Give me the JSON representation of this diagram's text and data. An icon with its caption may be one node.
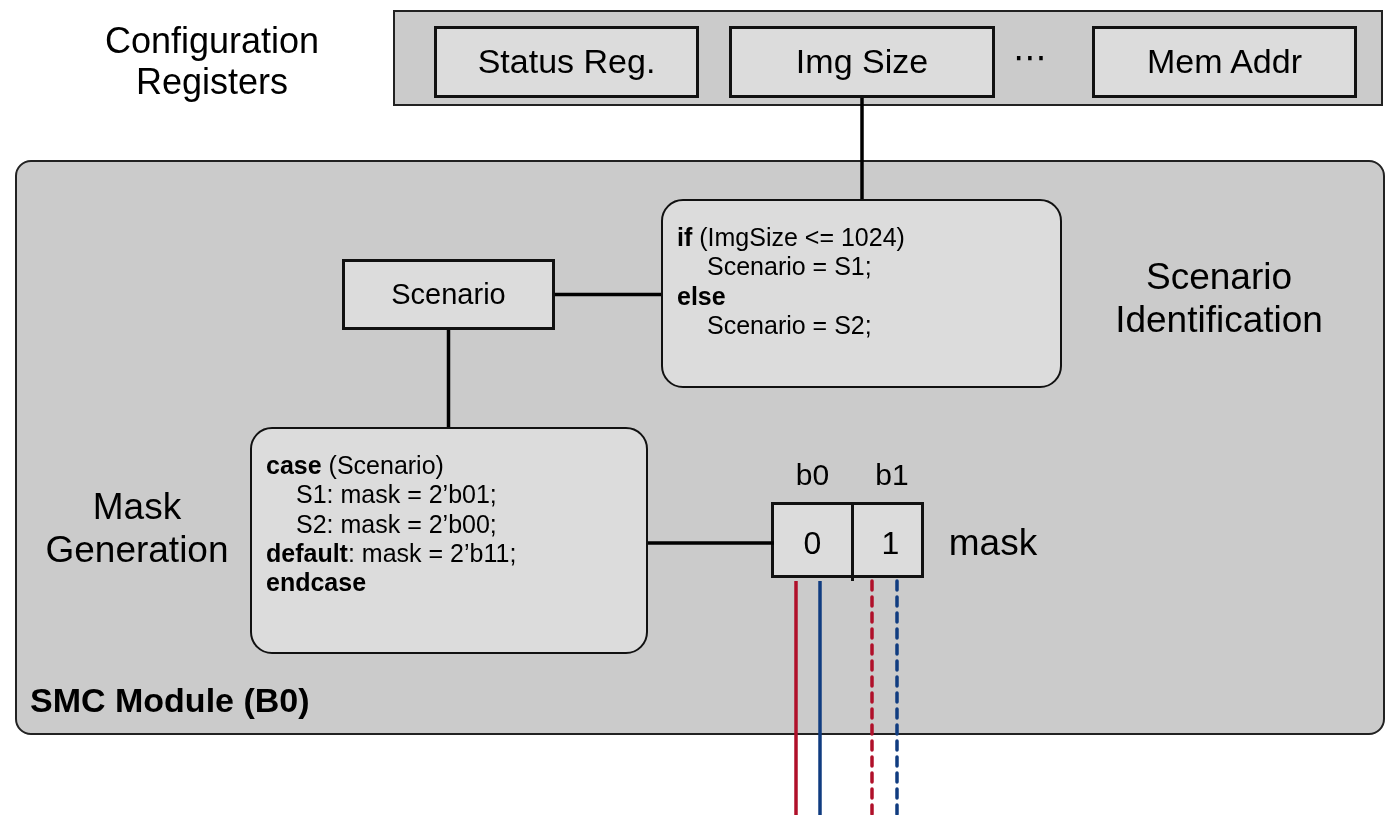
{
  "diagram": {
    "nodes": [
      {
        "text": [
          "Configuration Registers"
        ]
      },
      {
        "text": [
          "Status Reg."
        ],
        "in": 0
      },
      {
        "text": [
          "Img Size"
        ],
        "in": 0
      },
      {
        "text": [
          "Mem Addr"
        ],
        "in": 0
      },
      {
        "text": [
          "SMC Module (B0)"
        ]
      },
      {
        "text": [
          "Scenario"
        ],
        "in": 4
      },
      {
        "text": [
          "**if** (ImgSize <= 1024)",
          "Scenario = S1;",
          "**else**",
          "Scenario = S2;"
        ],
        "in": 4,
        "beside": [
          "Scenario Identification"
        ]
      },
      {
        "text": [
          "**case** (Scenario)",
          "S1: mask = 2’b01;",
          "S2: mask = 2’b00;",
          "**default**: mask = 2’b11;",
          "**endcase**"
        ],
        "in": 4,
        "beside": [
          "Mask Generation"
        ]
      },
      {
        "text": [
          "mask"
        ],
        "in": 4
      },
      {
        "text": [
          "0"
        ],
        "in": 8,
        "beside": [
          "b0"
        ]
      },
      {
        "text": [
          "1"
        ],
        "in": 8,
        "beside": [
          "b1"
        ]
      }
    ],
    "edges": [
      {
        "from": 2,
        "to": 6,
        "arrow": "none"
      },
      {
        "from": 6,
        "to": 5,
        "arrow": "none"
      },
      {
        "from": 5,
        "to": 7,
        "arrow": "none"
      },
      {
        "from": 7,
        "to": 9,
        "arrow": "none"
      },
      {
        "from": 9,
        "to": null,
        "arrow": "none",
        "color": "#b0102a"
      },
      {
        "from": 9,
        "to": null,
        "arrow": "none",
        "color": "#103c80"
      },
      {
        "from": 10,
        "to": null,
        "arrow": "none",
        "style": "dashed",
        "color": "#b0102a"
      },
      {
        "from": 10,
        "to": null,
        "arrow": "none",
        "style": "dashed",
        "color": "#103c80"
      }
    ],
    "labels": [
      "⋯"
    ]
  }
}
